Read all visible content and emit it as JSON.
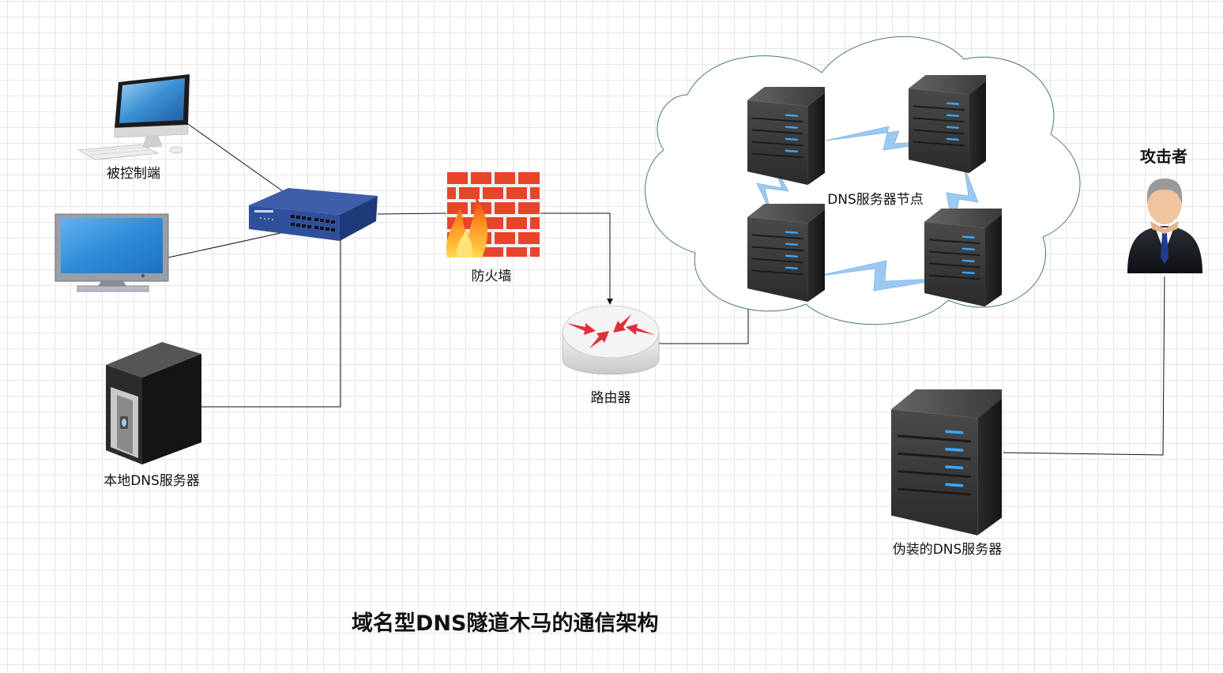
{
  "diagram": {
    "title": "域名型DNS隧道木马的通信架构",
    "labels": {
      "controlled_host": "被控制端",
      "local_dns": "本地DNS服务器",
      "firewall": "防火墙",
      "router": "路由器",
      "dns_nodes": "DNS服务器节点",
      "attacker": "攻击者",
      "fake_dns": "伪装的DNS服务器"
    },
    "colors": {
      "connector": "#111111",
      "cloud_stroke": "#4a7a6f",
      "server_led": "#3aa8ff",
      "firewall_brick": "#e8442a",
      "switch_blue": "#2f4f9a",
      "lightning": "#9cc9f2"
    }
  }
}
